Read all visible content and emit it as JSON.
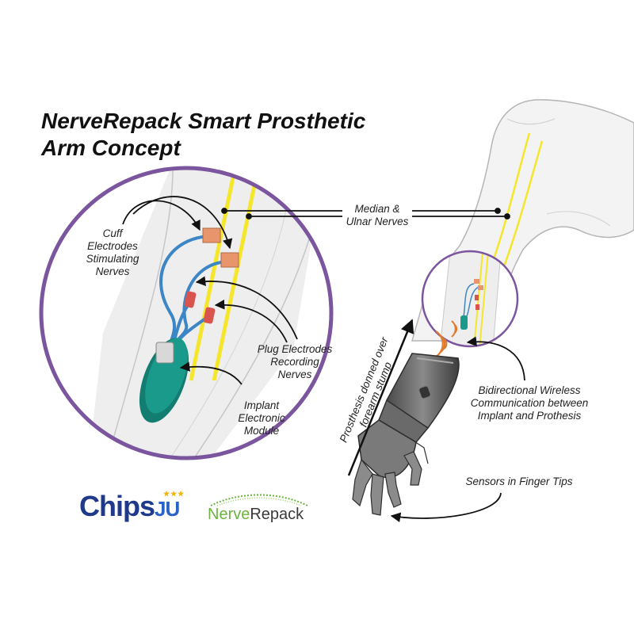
{
  "title": {
    "line1": "NerveRepack Smart Prosthetic",
    "line2": "Arm Concept"
  },
  "labels": {
    "cuff": [
      "Cuff",
      "Electrodes",
      "Stimulating",
      "Nerves"
    ],
    "nerves": [
      "Median &",
      "Ulnar Nerves"
    ],
    "plug": [
      "Plug Electrodes",
      "Recording",
      "Nerves"
    ],
    "implant": [
      "Implant",
      "Electronic",
      "Module"
    ],
    "prosthesis": [
      "Prosthesis donned over",
      "forearm stump"
    ],
    "wireless": [
      "Bidirectional Wireless",
      "Communication between",
      "Implant and Prothesis"
    ],
    "sensors": "Sensors in Finger Tips"
  },
  "logos": {
    "chips_main": "Chips",
    "chips_sub": "JU",
    "nerverepack_a": "Nerve",
    "nerverepack_b": "Repack"
  },
  "colors": {
    "circle": "#7b559e",
    "nerve": "#f5e62c",
    "cuff": "#e8956b",
    "plug": "#d9534f",
    "wire": "#3c86c6",
    "module": "#1a9a8a",
    "wireless": "#e07a2e",
    "arm": "#eeeeee",
    "prosthesis": "#555555"
  }
}
